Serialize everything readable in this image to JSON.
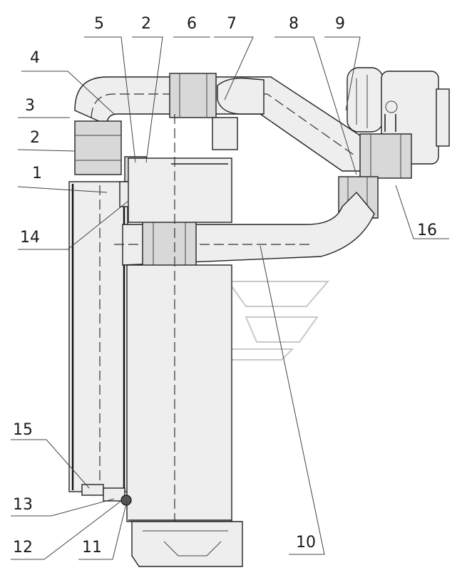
{
  "diagram": {
    "callouts": [
      {
        "id": "c5",
        "label": "5"
      },
      {
        "id": "c2a",
        "label": "2"
      },
      {
        "id": "c6",
        "label": "6"
      },
      {
        "id": "c7",
        "label": "7"
      },
      {
        "id": "c8",
        "label": "8"
      },
      {
        "id": "c9",
        "label": "9"
      },
      {
        "id": "c4",
        "label": "4"
      },
      {
        "id": "c3",
        "label": "3"
      },
      {
        "id": "c2b",
        "label": "2"
      },
      {
        "id": "c1",
        "label": "1"
      },
      {
        "id": "c14",
        "label": "14"
      },
      {
        "id": "c16",
        "label": "16"
      },
      {
        "id": "c15",
        "label": "15"
      },
      {
        "id": "c13",
        "label": "13"
      },
      {
        "id": "c12",
        "label": "12"
      },
      {
        "id": "c11",
        "label": "11"
      },
      {
        "id": "c10",
        "label": "10"
      }
    ]
  }
}
